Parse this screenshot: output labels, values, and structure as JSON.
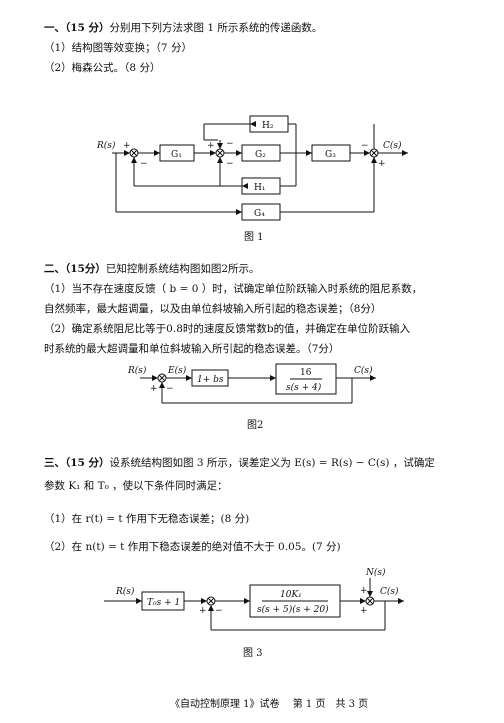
{
  "q1": {
    "head": "一、（15 分）",
    "text": "分别用下列方法求图 1 所示系统的传递函数。",
    "item1": "（1）结构图等效变换；（7 分）",
    "item2": "（2）梅森公式。（8 分）"
  },
  "fig1": {
    "caption": "图 1",
    "R": "R(s)",
    "C": "C(s)",
    "G1": "G₁",
    "G2": "G₂",
    "G3": "G₃",
    "G4": "G₄",
    "H1": "H₁",
    "H2": "H₂",
    "plus": "+",
    "minus": "−"
  },
  "q2": {
    "head": "二、（15分）",
    "text": "已知控制系统结构图如图2所示。",
    "line1": "（1）当不存在速度反馈（ b = 0 ）时，试确定单位阶跃输入时系统的阻尼系数，",
    "line2": "自然频率，最大超调量，以及由单位斜坡输入所引起的稳态误差；（8分）",
    "line3": "（2）确定系统阻尼比等于0.8时的速度反馈常数b的值，并确定在单位阶跃输入",
    "line4": "时系统的最大超调量和单位斜坡输入所引起的稳态误差。（7分）"
  },
  "fig2": {
    "caption": "图2",
    "R": "R(s)",
    "E": "E(s)",
    "C": "C(s)",
    "block1": "1+ bs",
    "num": "16",
    "den": "s(s + 4)",
    "plus": "+",
    "minus": "−"
  },
  "q3": {
    "head": "三、（15 分）",
    "text": "设系统结构图如图 3 所示，误差定义为 E(s) = R(s) − C(s) ，试确定",
    "line1": "参数 K₁ 和 T₀ ，使以下条件同时满足：",
    "item1": "（1）在 r(t) = t 作用下无稳态误差；(8 分)",
    "item2": "（2）在 n(t) = t 作用下稳态误差的绝对值不大于 0.05。(7 分)"
  },
  "fig3": {
    "caption": "图 3",
    "R": "R(s)",
    "N": "N(s)",
    "C": "C(s)",
    "block1": "T₀s + 1",
    "num": "10K₁",
    "den": "s(s + 5)(s + 20)",
    "plus": "+",
    "minus": "−"
  },
  "footer": "《自动控制原理 1》试卷　 第 1 页　共 3 页"
}
